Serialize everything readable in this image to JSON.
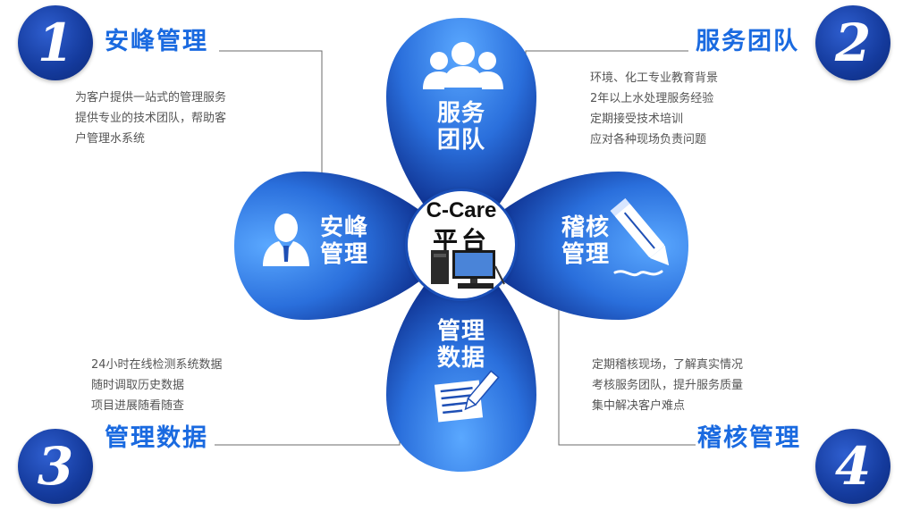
{
  "colors": {
    "petal_dark": "#0d2f8f",
    "petal_light": "#3f8ff0",
    "title_blue": "#1a6ae0",
    "text_gray": "#555555",
    "line_gray": "#6b6b6b"
  },
  "center": {
    "title": "C-Care",
    "subtitle": "平台",
    "icon": "computer-icon"
  },
  "petals": {
    "top": {
      "line1": "服务",
      "line2": "团队",
      "icon": "team-icon"
    },
    "left": {
      "line1": "安峰",
      "line2": "管理",
      "icon": "user-icon"
    },
    "right": {
      "line1": "稽核",
      "line2": "管理",
      "icon": "pen-icon"
    },
    "bottom": {
      "line1": "管理",
      "line2": "数据",
      "icon": "document-edit-icon"
    }
  },
  "sections": [
    {
      "number": "1",
      "title": "安峰管理",
      "lines": [
        "为客户提供一站式的管理服务",
        "提供专业的技术团队，帮助客",
        "户管理水系统"
      ]
    },
    {
      "number": "2",
      "title": "服务团队",
      "lines": [
        "环境、化工专业教育背景",
        "2年以上水处理服务经验",
        "定期接受技术培训",
        "应对各种现场负责问题"
      ]
    },
    {
      "number": "3",
      "title": "管理数据",
      "lines": [
        "24小时在线检测系统数据",
        "随时调取历史数据",
        "项目进展随看随查"
      ]
    },
    {
      "number": "4",
      "title": "稽核管理",
      "lines": [
        "定期稽核现场，了解真实情况",
        "考核服务团队，提升服务质量",
        "集中解决客户难点"
      ]
    }
  ]
}
